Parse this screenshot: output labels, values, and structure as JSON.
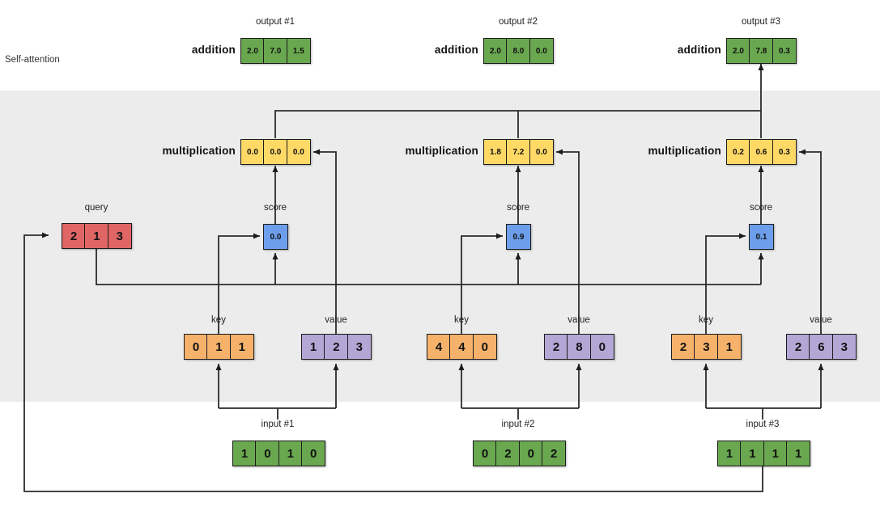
{
  "diagram": {
    "title": "Self-attention",
    "query": {
      "label": "query",
      "cells": [
        "2",
        "1",
        "3"
      ]
    },
    "columns": [
      {
        "output_label": "output #1",
        "addition_label": "addition",
        "addition": [
          "2.0",
          "7.0",
          "1.5"
        ],
        "multiplication_label": "multiplication",
        "multiplication": [
          "0.0",
          "0.0",
          "0.0"
        ],
        "score_label": "score",
        "score": "0.0",
        "key_label": "key",
        "key": [
          "0",
          "1",
          "1"
        ],
        "value_label": "value",
        "value": [
          "1",
          "2",
          "3"
        ],
        "input_label": "input #1",
        "input": [
          "1",
          "0",
          "1",
          "0"
        ]
      },
      {
        "output_label": "output #2",
        "addition_label": "addition",
        "addition": [
          "2.0",
          "8.0",
          "0.0"
        ],
        "multiplication_label": "multiplication",
        "multiplication": [
          "1.8",
          "7.2",
          "0.0"
        ],
        "score_label": "score",
        "score": "0.9",
        "key_label": "key",
        "key": [
          "4",
          "4",
          "0"
        ],
        "value_label": "value",
        "value": [
          "2",
          "8",
          "0"
        ],
        "input_label": "input #2",
        "input": [
          "0",
          "2",
          "0",
          "2"
        ]
      },
      {
        "output_label": "output #3",
        "addition_label": "addition",
        "addition": [
          "2.0",
          "7.8",
          "0.3"
        ],
        "multiplication_label": "multiplication",
        "multiplication": [
          "0.2",
          "0.6",
          "0.3"
        ],
        "score_label": "score",
        "score": "0.1",
        "key_label": "key",
        "key": [
          "2",
          "3",
          "1"
        ],
        "value_label": "value",
        "value": [
          "2",
          "6",
          "3"
        ],
        "input_label": "input #3",
        "input": [
          "1",
          "1",
          "1",
          "1"
        ]
      }
    ],
    "colors": {
      "input_output": "#6aa84f",
      "multiplication": "#ffd966",
      "query": "#e06666",
      "score": "#6d9eeb",
      "key": "#f6b26b",
      "value": "#b4a7d6",
      "band": "#ececec",
      "wire": "#2b2b2b"
    }
  }
}
